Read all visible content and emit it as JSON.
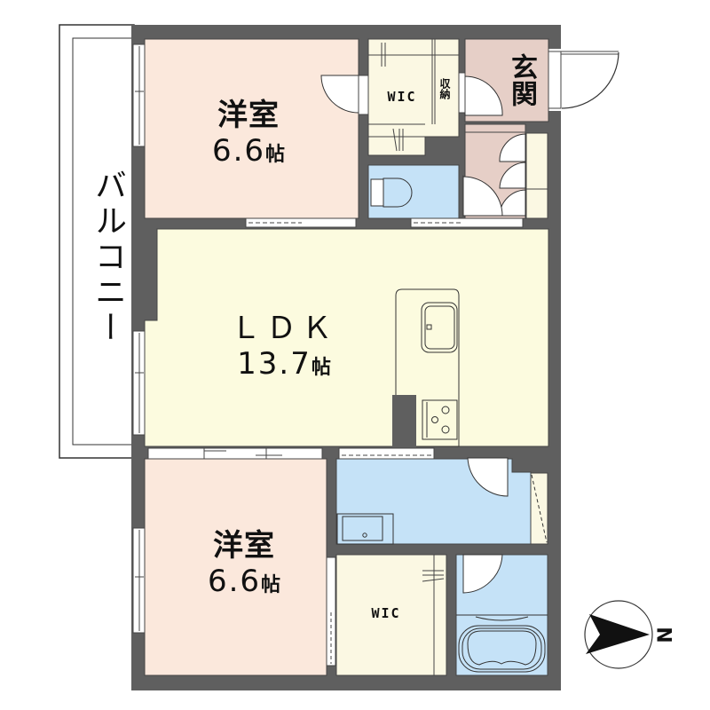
{
  "floor_plan": {
    "rooms": {
      "bedroom_top": {
        "name": "洋室",
        "size": "6.6",
        "unit": "帖",
        "color": "#fbe8dc"
      },
      "ldk": {
        "name": "ＬＤＫ",
        "size": "13.7",
        "unit": "帖",
        "color": "#fcfbdf"
      },
      "bedroom_bottom": {
        "name": "洋室",
        "size": "6.6",
        "unit": "帖",
        "color": "#fbe8dc"
      },
      "wic_top": {
        "name": "WIC",
        "color": "#fbf8e3"
      },
      "storage": {
        "name": "収納"
      },
      "entrance": {
        "name": "玄関",
        "color": "#e6cfc7"
      },
      "toilet": {
        "color": "#c5e2f7"
      },
      "washroom": {
        "color": "#c5e2f7"
      },
      "bathroom": {
        "color": "#c5e2f7"
      },
      "wic_bottom": {
        "name": "WIC",
        "color": "#fbf8e3"
      }
    },
    "balcony": {
      "label": "バルコニー"
    },
    "compass": {
      "label": "N",
      "direction": "east"
    },
    "colors": {
      "wall": "#5f5f5f",
      "line": "#333333",
      "background": "#ffffff"
    }
  }
}
